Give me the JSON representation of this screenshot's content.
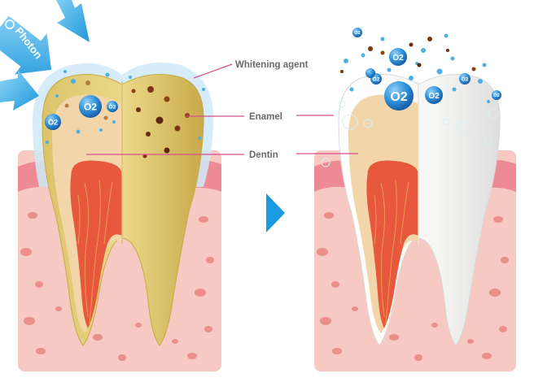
{
  "labels": {
    "whitening_agent": "Whitening agent",
    "enamel": "Enamel",
    "dentin": "Dentin",
    "photon": "Photon"
  },
  "o2_label": "O2",
  "colors": {
    "gum": "#f6c9c2",
    "gum_spot": "#ea8f8a",
    "gum_top": "#ee8a93",
    "pulp": "#e8583c",
    "dentin": "#f2d5a8",
    "enamel_stained": "#e3cf78",
    "enamel_white": "#f7f7f5",
    "glow": "#bfe3f7",
    "o2_bubble": "#2e8fd6",
    "stain": "#6b2e12",
    "photon_ray": "#35a9e3",
    "arrow": "#1a9be0",
    "leader_line": "#d84f8a"
  },
  "icons": [
    "photon-rays-icon",
    "transition-arrow-icon",
    "o2-bubble-icon",
    "stain-particle-icon"
  ]
}
